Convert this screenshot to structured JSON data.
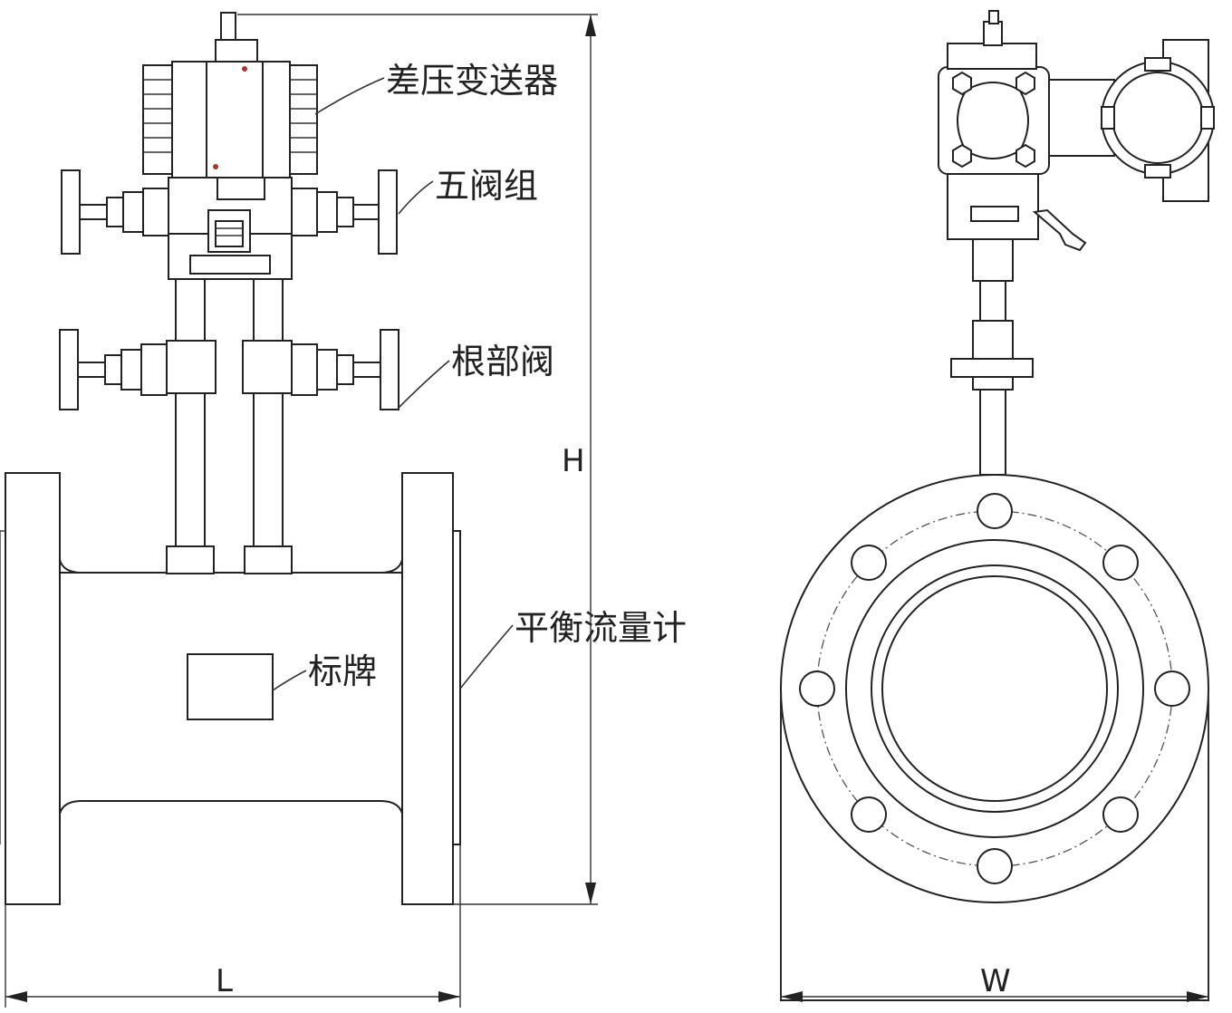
{
  "labels": {
    "transmitter": "差压变送器",
    "five_valve": "五阀组",
    "root_valve": "根部阀",
    "flowmeter": "平衡流量计",
    "nameplate": "标牌"
  },
  "dimensions": {
    "height": "H",
    "length": "L",
    "width": "W"
  },
  "colors": {
    "line": "#222222",
    "background": "#ffffff"
  }
}
